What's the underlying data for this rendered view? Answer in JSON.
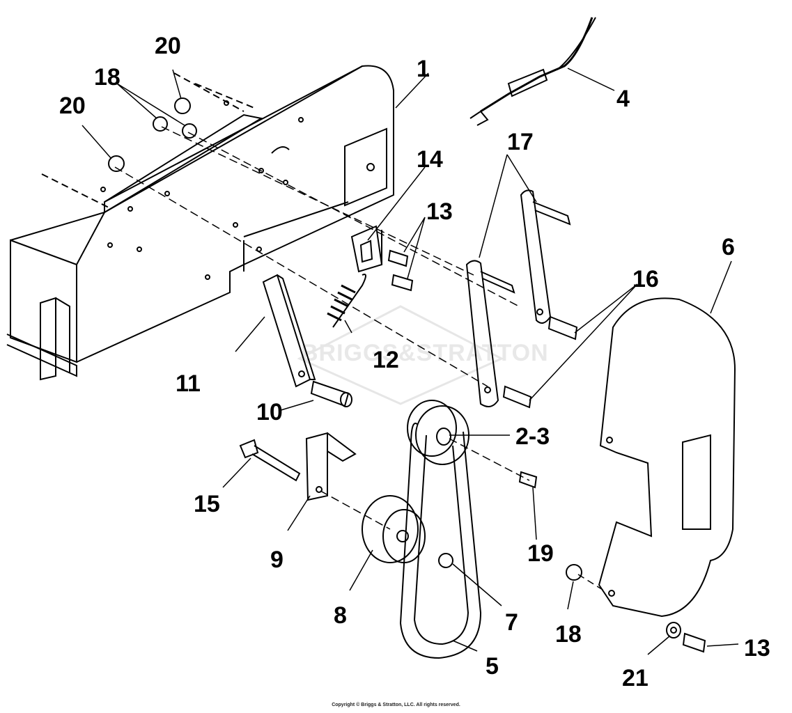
{
  "watermark": "BRIGGS&STRATTON",
  "copyright": "Copyright © Briggs & Stratton, LLC. All rights reserved.",
  "callouts": [
    "1",
    "2-3",
    "4",
    "5",
    "6",
    "7",
    "8",
    "9",
    "10",
    "11",
    "12",
    "13",
    "13",
    "14",
    "15",
    "16",
    "17",
    "18",
    "18",
    "20",
    "20",
    "19",
    "21"
  ],
  "colors": {
    "ink": "#000000",
    "paper": "#ffffff",
    "watermark": "#e8e8e8"
  }
}
